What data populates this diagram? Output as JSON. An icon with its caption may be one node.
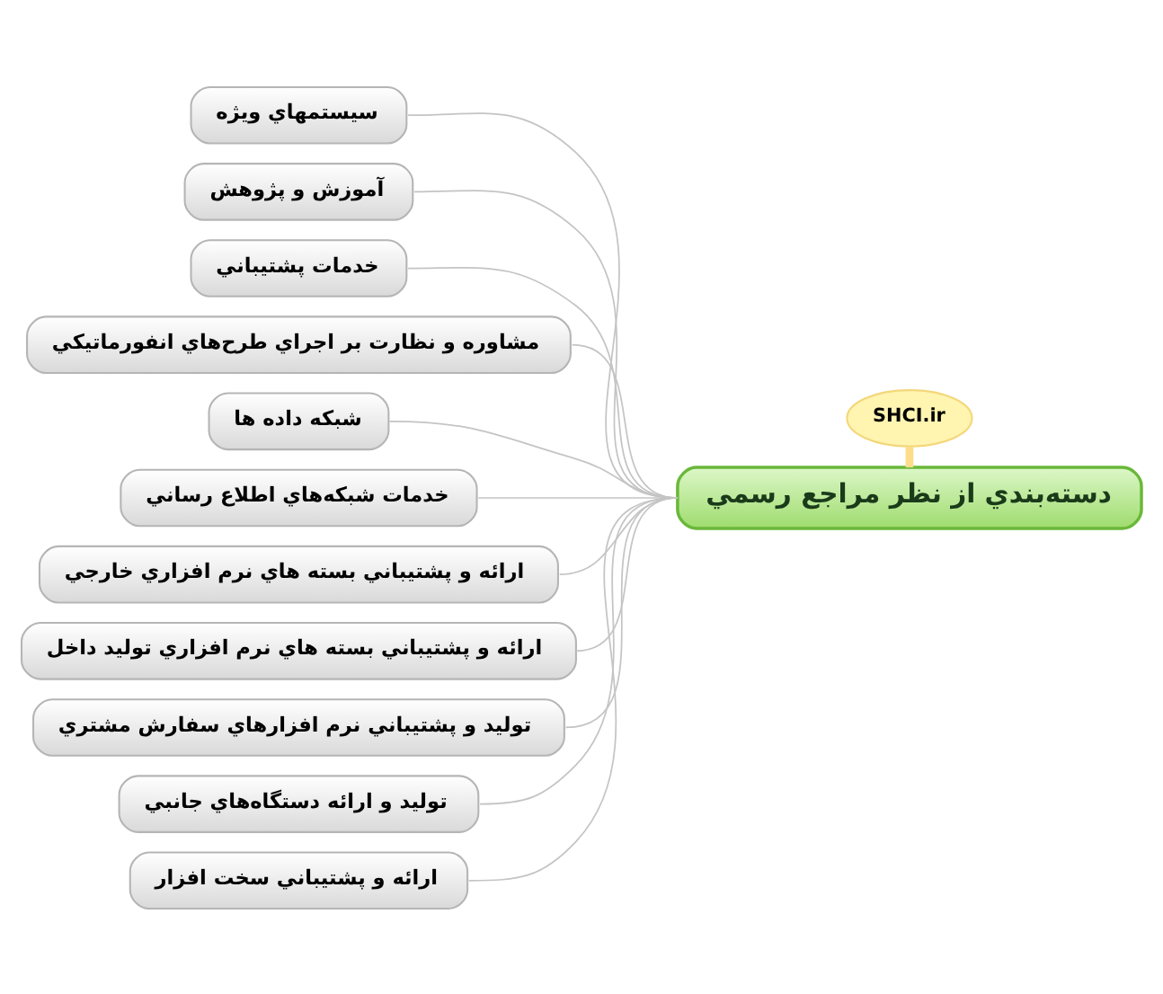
{
  "diagram": {
    "nodes": [
      {
        "text": [
          "دسته‌بندي از نظر مراجع رسمي"
        ]
      },
      {
        "text": [
          "SHCI.ir"
        ]
      },
      {
        "text": [
          "سيستمهاي ويژه"
        ]
      },
      {
        "text": [
          "آموزش و پژوهش"
        ]
      },
      {
        "text": [
          "خدمات پشتيباني"
        ]
      },
      {
        "text": [
          "مشاوره و نظارت بر اجراي طرح‌هاي انفورماتيکي"
        ]
      },
      {
        "text": [
          "شبکه داده ها"
        ]
      },
      {
        "text": [
          "خدمات شبکه‌هاي اطلاع رساني"
        ]
      },
      {
        "text": [
          "ارائه و پشتيباني بسته هاي نرم افزاري خارجي"
        ]
      },
      {
        "text": [
          "ارائه و پشتيباني بسته هاي نرم افزاري توليد داخل"
        ]
      },
      {
        "text": [
          "توليد و پشتيباني نرم افزارهاي سفارش مشتري"
        ]
      },
      {
        "text": [
          "توليد و ارائه دستگاه‌هاي جانبي"
        ]
      },
      {
        "text": [
          "ارائه و پشتيباني سخت افزار"
        ]
      }
    ],
    "edges": [
      {
        "from": 1,
        "to": 0,
        "arrow": "none",
        "style": "thick",
        "color": "#fddc8a"
      },
      {
        "from": 0,
        "to": 2,
        "arrow": "none"
      },
      {
        "from": 0,
        "to": 3,
        "arrow": "none"
      },
      {
        "from": 0,
        "to": 4,
        "arrow": "none"
      },
      {
        "from": 0,
        "to": 5,
        "arrow": "none"
      },
      {
        "from": 0,
        "to": 6,
        "arrow": "none"
      },
      {
        "from": 0,
        "to": 7,
        "arrow": "none"
      },
      {
        "from": 0,
        "to": 8,
        "arrow": "none"
      },
      {
        "from": 0,
        "to": 9,
        "arrow": "none"
      },
      {
        "from": 0,
        "to": 10,
        "arrow": "none"
      },
      {
        "from": 0,
        "to": 11,
        "arrow": "none"
      },
      {
        "from": 0,
        "to": 12,
        "arrow": "none"
      }
    ]
  }
}
